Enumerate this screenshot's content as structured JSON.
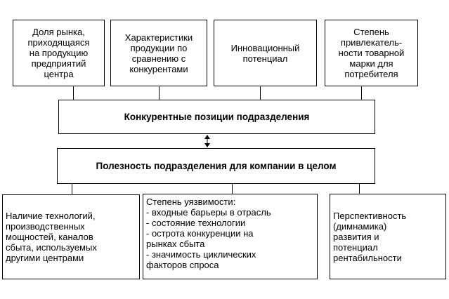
{
  "top_factors": [
    "Доля рынка,\nприходящаяся\nна продукцию\nпредприятий\nцентра",
    "Характеристики\nпродукции по\nсравнению с\nконкурентами",
    "Инновационный\nпотенциал",
    "Степень\nпривлекатель-\nности товарной\nмарки для\nпотребителя"
  ],
  "competitive_position": "Конкурентные позиции подразделения",
  "usefulness": "Полезность подразделения для компании в целом",
  "bottom_factors": [
    "Наличие технологий,\nпроизводственных\nмощностей, каналов\nсбыта, используемых\nдругими центрами",
    "Степень уязвимости:\n- входные барьеры в отрасль\n- состояние технологии\n- острота конкуренции на\nрынках сбыта\n- значимость циклических\nфакторов спроса",
    "Перспективность\n(димнамика)\nразвития и\nпотенциал\nрентабильности"
  ]
}
